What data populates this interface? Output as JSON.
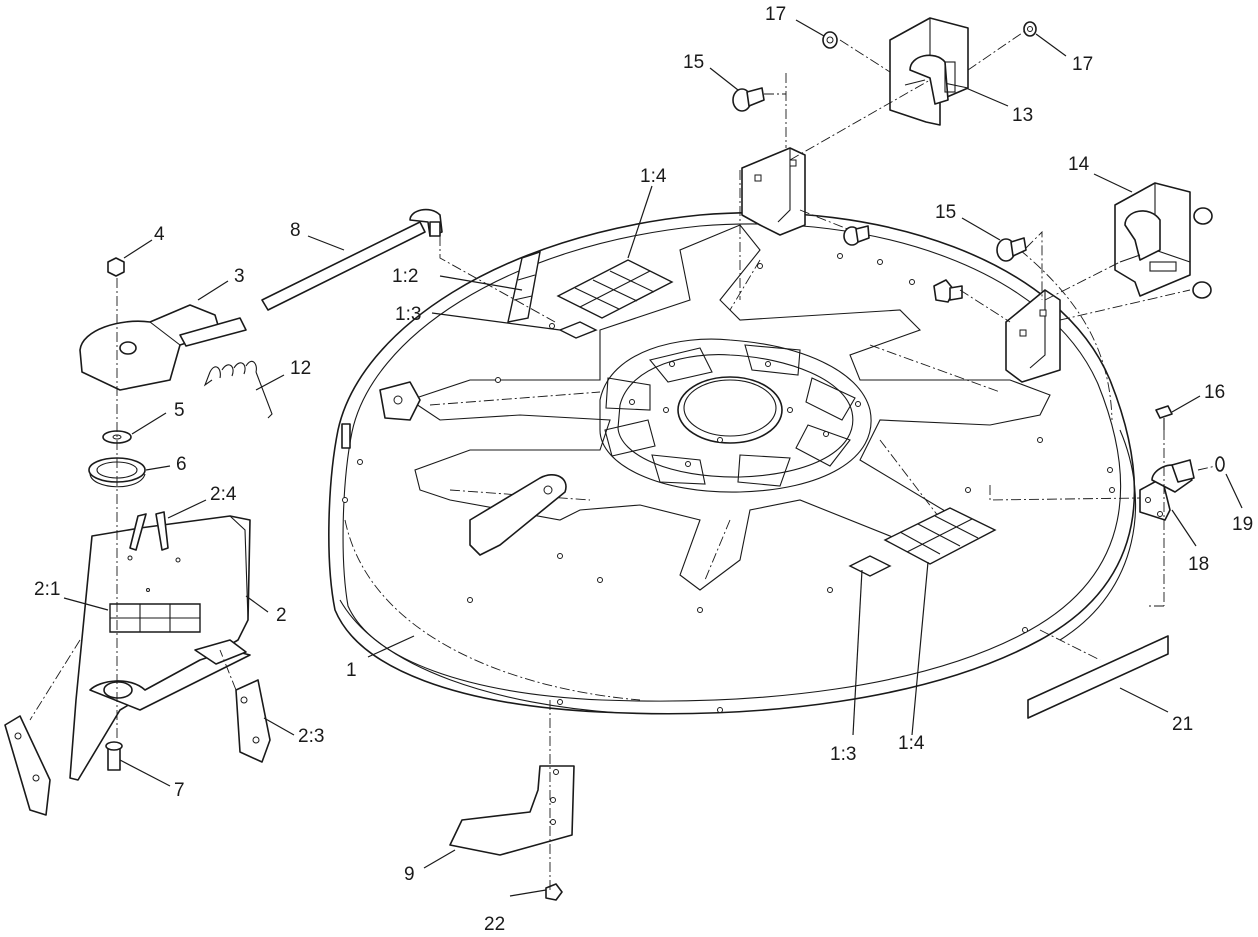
{
  "callouts": {
    "c1": "1",
    "c1_2": "1:2",
    "c1_3_top": "1:3",
    "c1_4_top": "1:4",
    "c1_3_bottom": "1:3",
    "c1_4_bottom": "1:4",
    "c2": "2",
    "c2_1": "2:1",
    "c2_3": "2:3",
    "c2_4": "2:4",
    "c3": "3",
    "c4": "4",
    "c5": "5",
    "c6": "6",
    "c7": "7",
    "c8": "8",
    "c9": "9",
    "c12": "12",
    "c13": "13",
    "c14": "14",
    "c15_left": "15",
    "c15_right": "15",
    "c16": "16",
    "c17_left": "17",
    "c17_right": "17",
    "c18": "18",
    "c19": "19",
    "c21": "21",
    "c22": "22"
  }
}
